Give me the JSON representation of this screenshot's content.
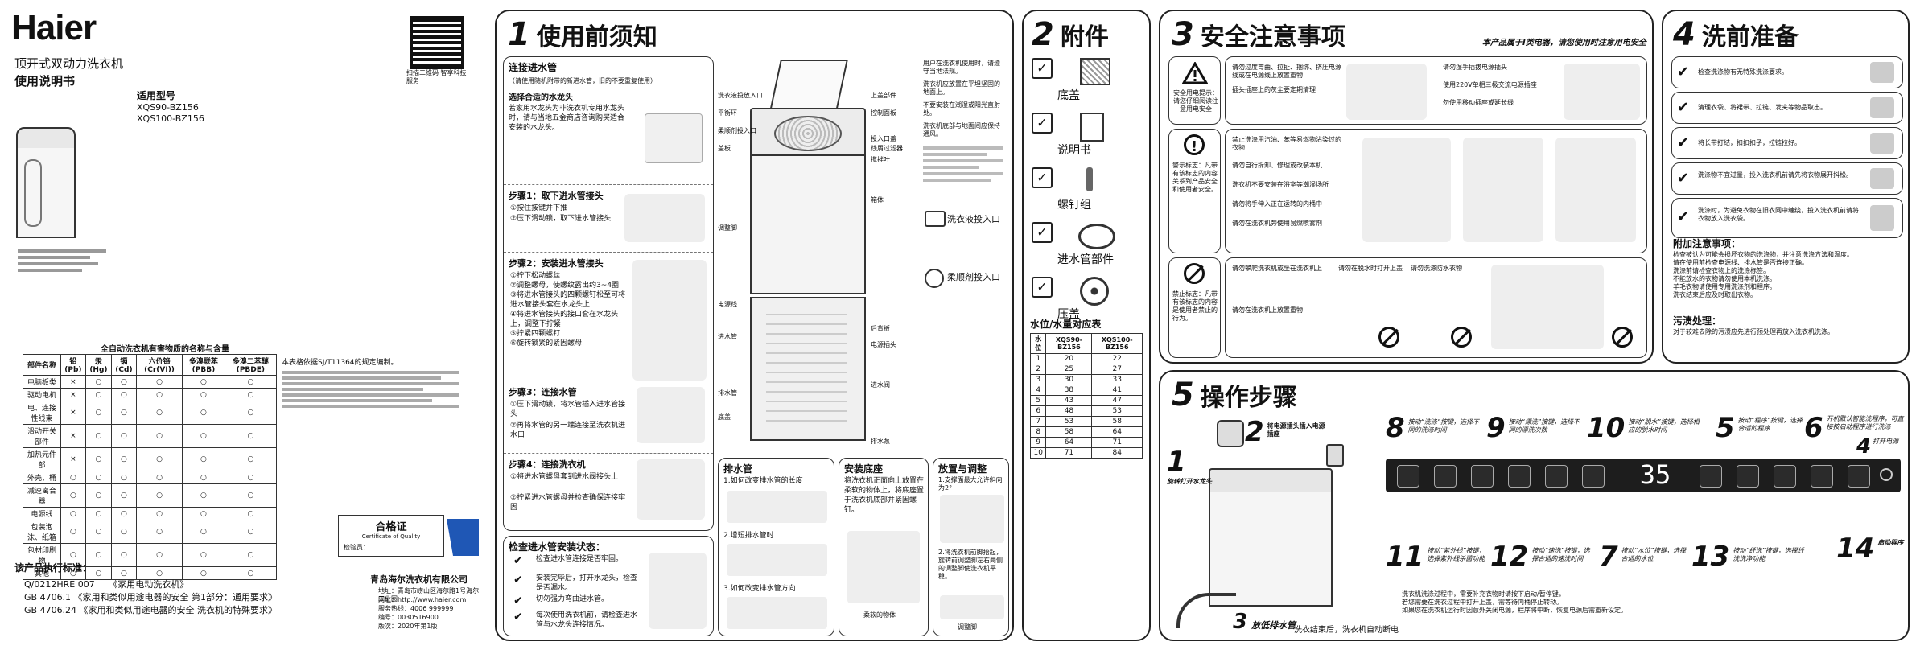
{
  "cover": {
    "brand": "Haier",
    "product_title": "顶开式双动力洗衣机",
    "manual_title": "使用说明书",
    "model_label": "适用型号",
    "models": [
      "XQS90-BZ156",
      "XQS100-BZ156"
    ],
    "table_title": "全自动洗衣机有害物质的名称与含量",
    "table_headers": [
      "部件名称",
      "铅(Pb)",
      "汞(Hg)",
      "镉(Cd)",
      "六价铬(Cr(VI))",
      "多溴联苯(PBB)",
      "多溴二苯醚(PBDE)"
    ],
    "table_rows": [
      [
        "电脑板类",
        "×",
        "○",
        "○",
        "○",
        "○",
        "○"
      ],
      [
        "驱动电机",
        "×",
        "○",
        "○",
        "○",
        "○",
        "○"
      ],
      [
        "电、连接性线束",
        "×",
        "○",
        "○",
        "○",
        "○",
        "○"
      ],
      [
        "滑动开关部件",
        "×",
        "○",
        "○",
        "○",
        "○",
        "○"
      ],
      [
        "加热元件部",
        "×",
        "○",
        "○",
        "○",
        "○",
        "○"
      ],
      [
        "外壳、桶",
        "○",
        "○",
        "○",
        "○",
        "○",
        "○"
      ],
      [
        "减速离合器",
        "○",
        "○",
        "○",
        "○",
        "○",
        "○"
      ],
      [
        "电源线",
        "○",
        "○",
        "○",
        "○",
        "○",
        "○"
      ],
      [
        "包装泡沫、纸箱",
        "○",
        "○",
        "○",
        "○",
        "○",
        "○"
      ],
      [
        "包材印刷物",
        "○",
        "○",
        "○",
        "○",
        "○",
        "○"
      ],
      [
        "其他",
        "○",
        "○",
        "○",
        "○",
        "○",
        "○"
      ]
    ],
    "table_note": "本表格依据SJ/T11364的规定编制。",
    "cert_title": "合格证",
    "cert_sub": "Certificate of Quality",
    "cert_line": "检验员：",
    "standards_title": "该产品执行标准：",
    "standards": [
      "Q/0212HRE 007     《家用电动洗衣机》",
      "GB 4706.1 《家用和类似用途电器的安全 第1部分：通用要求》",
      "GB 4706.24 《家用和类似用途电器的安全 洗衣机的特殊要求》"
    ],
    "company": "青岛海尔洗衣机有限公司",
    "address": "地址：青岛市崂山区海尔路1号海尔工业园",
    "website": "网址：http://www.haier.com",
    "hotline": "服务热线：4006 999999",
    "doc_no": "编号：0030516900",
    "version": "版次：2020年第1版",
    "qr_caption": "扫描二维码 智享科技服务"
  },
  "panel1": {
    "title_num": "1",
    "title": "使用前须知",
    "water_title": "连接进水管",
    "water_sub": "（请使用随机附带的新进水管，旧的不要重复使用）",
    "faucet_title": "选择合适的水龙头",
    "faucet_text": "若家用水龙头为非洗衣机专用水龙头时，请与当地五金商店咨询购买适合安装的水龙头。",
    "step1": "步骤1：取下进水管接头",
    "step1_items": [
      "①按住按键并下推",
      "②压下滑动锁，取下进水管接头"
    ],
    "step2": "步骤2：安装进水管接头",
    "step2_items": [
      "①拧下松动螺丝",
      "②调整螺母，使螺纹露出约3~4圈",
      "③将进水管接头的四颗螺钉松至可将进水管接头套在水龙头上",
      "④将进水管接头的接口套在水龙头上，调整下拧紧",
      "⑤拧紧四颗螺钉",
      "⑥旋转锁紧的紧固螺母"
    ],
    "step3": "步骤3：连接水管",
    "step3_items": [
      "①压下滑动锁，将水管插入进水管接头",
      "②再将水管的另一端连接至洗衣机进水口"
    ],
    "step4": "步骤4：连接洗衣机",
    "step4_items": [
      "①将进水管螺母套到进水阀接头上",
      "②拧紧进水管螺母并检查确保连接牢固"
    ],
    "check_title": "检查进水管安装状态：",
    "check_items": [
      "检查进水管连接是否牢固。",
      "安装完毕后，打开水龙头，检查是否漏水。",
      "切勿强力弯曲进水管。",
      "每次使用洗衣机前，请检查进水管与水龙头连接情况。"
    ],
    "parts_labels": [
      "洗衣液投放入口",
      "平衡环",
      "柔顺剂投入口",
      "盖板",
      "上盖部件",
      "控制面板",
      "投入口盖",
      "线屑过滤器",
      "搅拌叶",
      "箱体",
      "调整脚",
      "电源线",
      "进水管",
      "排水管",
      "底盖",
      "后背板",
      "电源插头",
      "进水阀",
      "排水泵"
    ],
    "drain_title": "排水管",
    "drain_items": [
      "1.如何改变排水管的长度",
      "2.增短排水管时",
      "3.如何改变排水管方向"
    ],
    "base_title": "安装底座",
    "base_text": "将洗衣机正面向上放置在柔软的物体上，将底座置于洗衣机底部并紧固螺钉。",
    "base_caption": "柔软的物体",
    "level_title": "放置与调整",
    "level_text": "1.支撑面最大允许斜向为2°",
    "level_text2": "2.将洗衣机前脚抬起，旋转前调整脚左右两侧的调整脚使洗衣机平稳。",
    "level_caption": "调整脚",
    "detergent_title": "洗衣液投入口",
    "softener_title": "柔顺剂投入口",
    "cover_items": [
      "用户在洗衣机使用时，请遵守当地法规。",
      "洗衣机应放置在平坦坚固的地面上。",
      "不要安装在潮湿或阳光直射处。",
      "洗衣机底部与地面间应保持通风。"
    ]
  },
  "panel2": {
    "title_num": "2",
    "title": "附件",
    "items": [
      "底盖",
      "说明书",
      "螺钉组",
      "进水管部件",
      "压盖"
    ],
    "water_table_title": "水位/水量对应表",
    "water_table_headers": [
      "水位",
      "XQS90-BZ156",
      "XQS100-BZ156"
    ],
    "water_table_rows": [
      [
        "1",
        "20",
        "22"
      ],
      [
        "2",
        "25",
        "27"
      ],
      [
        "3",
        "30",
        "33"
      ],
      [
        "4",
        "38",
        "41"
      ],
      [
        "5",
        "43",
        "47"
      ],
      [
        "6",
        "48",
        "53"
      ],
      [
        "7",
        "53",
        "58"
      ],
      [
        "8",
        "58",
        "64"
      ],
      [
        "9",
        "64",
        "71"
      ],
      [
        "10",
        "71",
        "84"
      ]
    ]
  },
  "panel3": {
    "title_num": "3",
    "title": "安全注意事项",
    "note": "本产品属于I类电器，请您使用时注意用电安全",
    "cat1": "安全用电提示：请您仔细阅读注意用电安全",
    "cat2": "警示标志：凡带有该标志的内容关系到产品安全和使用者安全。",
    "cat3": "禁止标志：凡带有该标志的内容是使用者禁止的行为。",
    "power_items": [
      "请勿过度弯曲、拉扯、捆绑、挤压电源线或在电源线上放置重物",
      "插头插座上的灰尘要定期清理",
      "请勿湿手插拔电源插头",
      "使用220V单相三极交流电源插座",
      "勿使用移动插座或延长线"
    ],
    "warn_items": [
      "禁止洗涤用汽油、苯等易燃物沾染过的衣物",
      "请勿自行拆卸、修理或改装本机",
      "洗衣机不要安装在浴室等潮湿场所",
      "请勿将手伸入正在运转的内桶中",
      "请勿在洗衣机旁使用易燃喷雾剂"
    ],
    "prohib_items": [
      "请勿攀爬洗衣机或坐在洗衣机上",
      "请勿在洗衣机上放置重物",
      "请勿在脱水时打开上盖",
      "请勿洗涤防水衣物"
    ]
  },
  "panel4": {
    "title_num": "4",
    "title": "洗前准备",
    "items": [
      "检查洗涤物有无特殊洗涤要求。",
      "清理衣袋、将裙带、拉链、发夹等物品取出。",
      "将长带打结，扣扣扣子，拉链拉好。",
      "洗涤物不宜过量，投入洗衣机前请先将衣物展开抖松。",
      "洗涤时，为避免衣物在旧衣网中缠绕，投入洗衣机前请将衣物放入洗衣袋。"
    ],
    "notes_title": "附加注意事项：",
    "notes": [
      "检查被认为可能会损坏衣物的洗涤物，并注意洗涤方法和温度。",
      "请在使用前检查电源线、排水管是否连接正确。",
      "洗涤前请检查衣物上的洗涤标签。",
      "不能放水的衣物请勿使用本机洗涤。",
      "羊毛衣物请使用专用洗涤剂和程序。",
      "洗衣结束后应及时取出衣物。"
    ],
    "stain_title": "污渍处理：",
    "stain_text": "对于较难去除的污渍应先进行预处理再放入洗衣机洗涤。"
  },
  "panel5": {
    "title_num": "5",
    "title": "操作步骤",
    "display_value": "35",
    "steps": [
      {
        "n": "1",
        "t": "旋转打开水龙头"
      },
      {
        "n": "2",
        "t": "将电源插头插入电源插座"
      },
      {
        "n": "3",
        "t": "放低排水管"
      },
      {
        "n": "4",
        "t": "打开电源"
      },
      {
        "n": "5",
        "t": "按动“程序”按键，选择合适的程序"
      },
      {
        "n": "6",
        "t": "开机默认智能洗程序，可直接按启动程序进行洗涤"
      },
      {
        "n": "7",
        "t": "按动“水位”按键，选择合适的水位"
      },
      {
        "n": "8",
        "t": "按动“洗涤”按键，选择不同的洗涤时间"
      },
      {
        "n": "9",
        "t": "按动“漂洗”按键，选择不同的漂洗次数"
      },
      {
        "n": "10",
        "t": "按动“脱水”按键，选择相应的脱水时间"
      },
      {
        "n": "11",
        "t": "按动“紫外线”按键，选择紫外线杀菌功能"
      },
      {
        "n": "12",
        "t": "按动“速洗”按键，选择合适的速洗时间"
      },
      {
        "n": "13",
        "t": "按动“纤洗”按键，选择纤洗洗净功能"
      },
      {
        "n": "14",
        "t": "启动程序"
      }
    ],
    "end_text": "洗衣结束后，洗衣机自动断电",
    "tips": [
      "洗衣机洗涤过程中，需要补充衣物时请按下启动/暂停键。",
      "若您需要在洗衣过程中打开上盖，需等待内桶停止转动。",
      "如果您在洗衣机运行时因意外关闭电源，程序将中断，恢复电源后需重新设定。"
    ]
  }
}
